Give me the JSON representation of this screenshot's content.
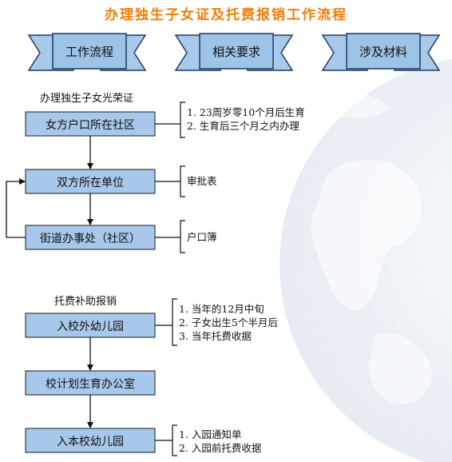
{
  "title": "办理独生子女证及托费报销工作流程",
  "banners": [
    "工作流程",
    "相关要求",
    "涉及材料"
  ],
  "section1": {
    "label": "办理独生子女光荣证",
    "steps": [
      "女方户口所在社区",
      "双方所在单位",
      "街道办事处（社区）"
    ],
    "notes": [
      [
        "1. 23周岁零10个月后生育",
        "2. 生育后三个月之内办理"
      ],
      [
        "审批表"
      ],
      [
        "户口簿"
      ]
    ]
  },
  "section2": {
    "label": "托费补助报销",
    "steps": [
      "入校外幼儿园",
      "校计划生育办公室",
      "入本校幼儿园"
    ],
    "notes": [
      [
        "1. 当年的12月中旬",
        "2. 子女出生5个半月后",
        "3. 当年托费收据"
      ],
      [],
      [
        "1. 入园通知单",
        "2. 入园前托费收据"
      ]
    ]
  },
  "colors": {
    "title": "#f07d0a",
    "banner_fill": "#9dc3e6",
    "banner_stroke": "#1f3864",
    "box_fill": "#a7c8ea",
    "box_stroke": "#1a1a1a",
    "globe": "#e9eef4"
  }
}
